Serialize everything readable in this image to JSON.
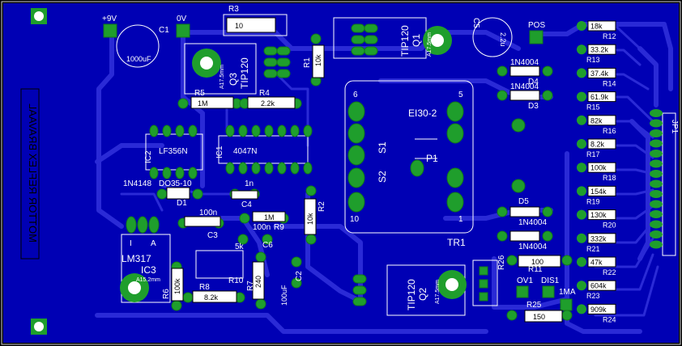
{
  "colors": {
    "background": "#000000",
    "board": "#0000b4",
    "track": "#1c1cc8",
    "pad": "#1f9e2c",
    "silk": "#ffffff",
    "label_bg": "#ffffff",
    "label_text": "#000000"
  },
  "mirrored_text": "MOTTOR REFLEX BRAVAAL",
  "connectors": {
    "p9v": "+9V",
    "p0v": "0V",
    "pos": "POS",
    "ov1": "OV1",
    "dis1": "DIS1",
    "ma1": "1MA",
    "jp1": "JP1"
  },
  "capacitors": {
    "c1": "C1",
    "c1_value": "1000uF",
    "c5": "C5",
    "c5_value": "2.2u",
    "c2": "C2",
    "c2_value": "100uF",
    "c3": "C3",
    "c3_value": "100n",
    "c4": "C4",
    "c4_value": "1n",
    "c6": "C6",
    "c6_value": "100n"
  },
  "transistors": {
    "q1": "Q1",
    "q1_part": "TIP120",
    "q1_heatsink": "A17.5mm",
    "q2": "Q2",
    "q2_part": "TIP120",
    "q2_heatsink": "A17.5mm",
    "q3": "Q3",
    "q3_part": "TIP120",
    "q3_heatsink": "A17.5mm"
  },
  "resistors_left": {
    "r1": "R1",
    "r1_value": "10k",
    "r2": "R2",
    "r2_value": "10k",
    "r3": "R3",
    "r3_value": "10",
    "r4": "R4",
    "r4_value": "2.2k",
    "r5": "R5",
    "r5_value": "1M",
    "r6": "R6",
    "r6_value": "100k",
    "r7": "R7",
    "r7_value": "240",
    "r8": "R8",
    "r8_value": "8.2k",
    "r9": "R9",
    "r9_value": "1M",
    "r10": "R10",
    "r10_value": "5k",
    "r11": "R11",
    "r11_value": "100",
    "r25": "R25",
    "r25_value": "150",
    "r26": "R26"
  },
  "resistor_ladder": [
    {
      "name": "R12",
      "value": "18k"
    },
    {
      "name": "R13",
      "value": "33.2k"
    },
    {
      "name": "R14",
      "value": "37.4k"
    },
    {
      "name": "R15",
      "value": "61.9k"
    },
    {
      "name": "R16",
      "value": "82k"
    },
    {
      "name": "R17",
      "value": "8.2k"
    },
    {
      "name": "R18",
      "value": "100k"
    },
    {
      "name": "R19",
      "value": "154k"
    },
    {
      "name": "R20",
      "value": "130k"
    },
    {
      "name": "R21",
      "value": "332k"
    },
    {
      "name": "R22",
      "value": "47k"
    },
    {
      "name": "R23",
      "value": "604k"
    },
    {
      "name": "R24",
      "value": "909k"
    }
  ],
  "diodes": {
    "d1": "D1",
    "d1_part": "1N4148",
    "d1_pkg": "DO35-10",
    "d3": "D3",
    "d4": "D4",
    "d5": "D5",
    "d_part": "1N4004"
  },
  "ics": {
    "ic1": "IC1",
    "ic1_part": "4047N",
    "ic2": "IC2",
    "ic2_part": "LF356N",
    "ic3": "IC3",
    "ic3_part": "LM317",
    "ic3_heatsink": "A15.2mm",
    "ic3_pin_i": "I",
    "ic3_pin_a": "A"
  },
  "transformer": {
    "name": "TR1",
    "part": "EI30-2",
    "pin6": "6",
    "pin5": "5",
    "pin10": "10",
    "pin1": "1",
    "p1": "P1",
    "s1": "S1",
    "s2": "S2"
  }
}
